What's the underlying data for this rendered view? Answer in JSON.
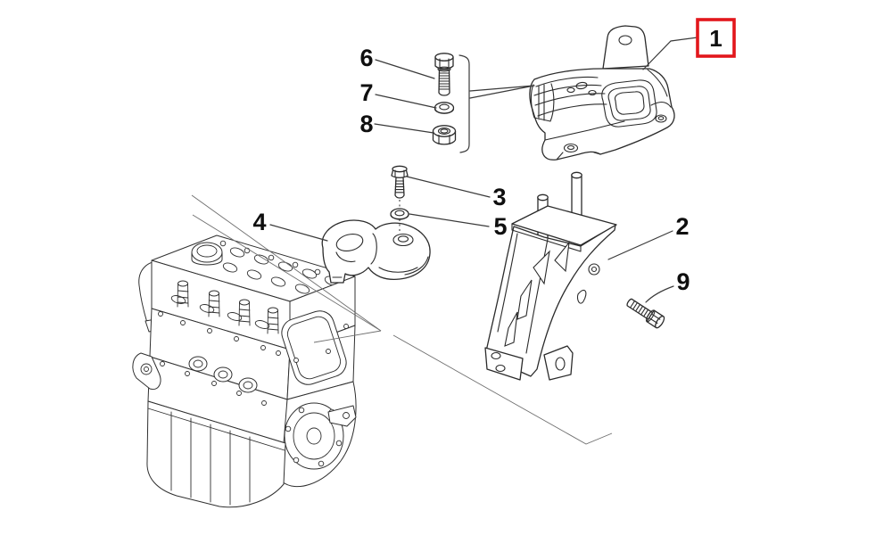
{
  "palette": {
    "background": "#ffffff",
    "drawing_line": "#2b2b2b",
    "construction_line": "#6f6f6f",
    "leader_line": "#3a3a3a",
    "label_text": "#0f0f0f",
    "highlight_box_red": "#e2171c"
  },
  "callouts": {
    "c1": {
      "label": "1",
      "selected": true
    },
    "c2": {
      "label": "2",
      "selected": false
    },
    "c3": {
      "label": "3",
      "selected": false
    },
    "c4": {
      "label": "4",
      "selected": false
    },
    "c5": {
      "label": "5",
      "selected": false
    },
    "c6": {
      "label": "6",
      "selected": false
    },
    "c7": {
      "label": "7",
      "selected": false
    },
    "c8": {
      "label": "8",
      "selected": false
    },
    "c9": {
      "label": "9",
      "selected": false
    }
  }
}
